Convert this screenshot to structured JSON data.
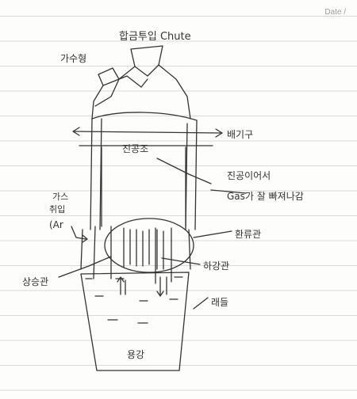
{
  "header": {
    "date_label": "Date /"
  },
  "labels": {
    "charging_chute": "합금투입 Chute",
    "additive_port": "가수형",
    "exhaust_port": "배기구",
    "vacuum_chamber": "진공조",
    "gas_note_line1": "진공이어서",
    "gas_note_line2": "Gas가 잘 빠져나감",
    "gas_injection_line1": "가스",
    "gas_injection_line2": "취입",
    "gas_injection_line3": "(Ar",
    "reflux_pipe": "환류관",
    "down_leg": "하강관",
    "up_leg": "상승관",
    "ladle": "래들",
    "molten_steel": "용강"
  },
  "colors": {
    "ink": "#333333",
    "paper": "#fdfdfb",
    "ruling": "#d9d9d6"
  }
}
